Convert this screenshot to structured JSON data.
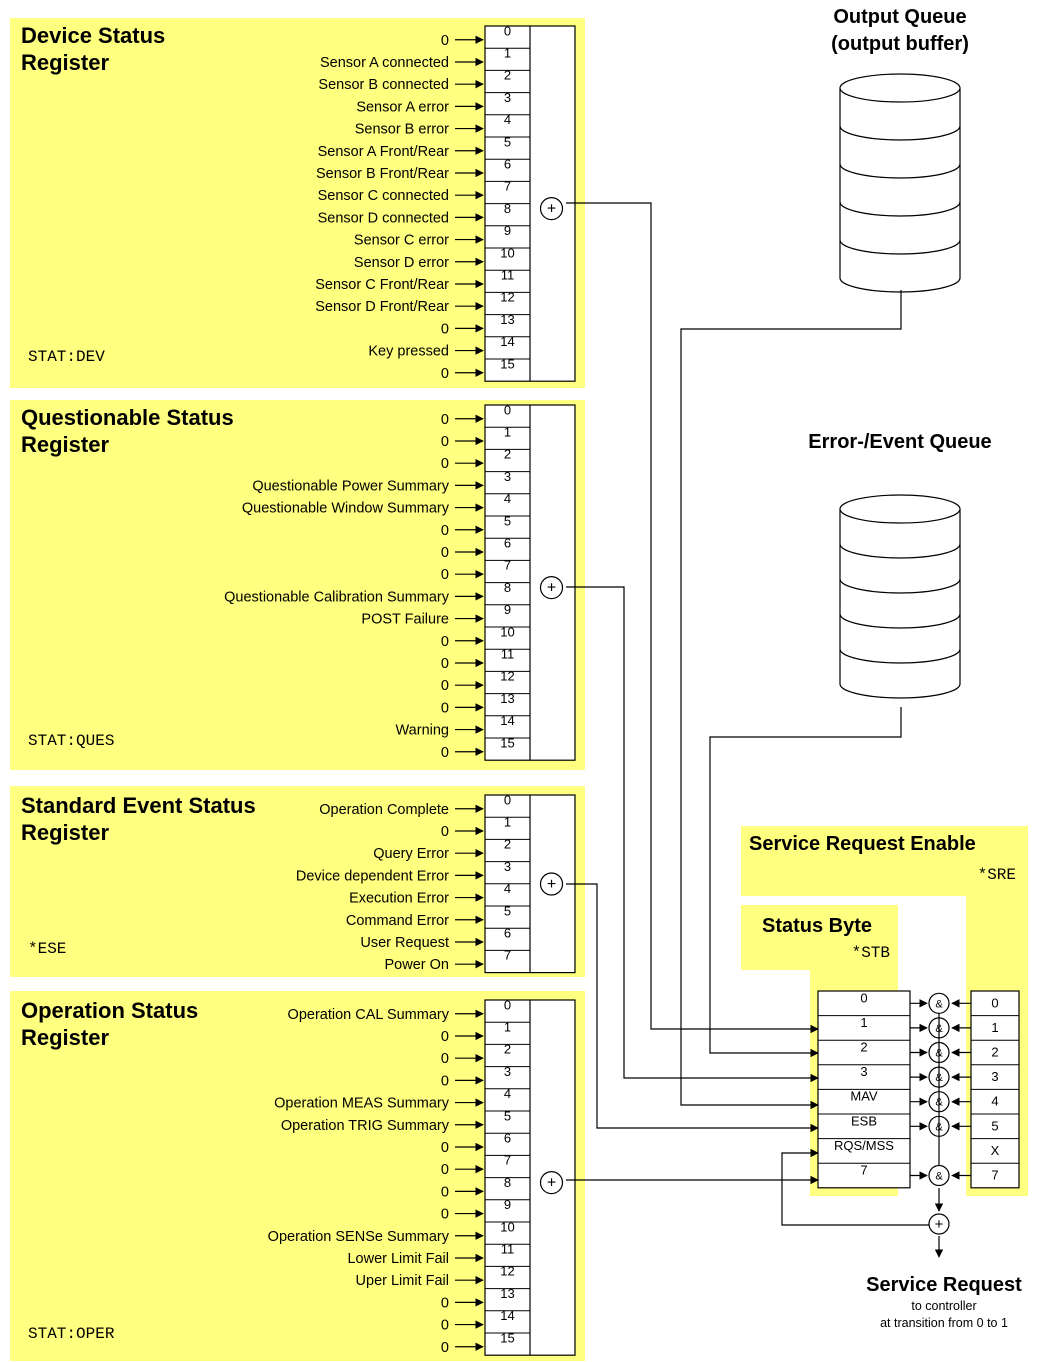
{
  "device_register": {
    "title_line1": "Device Status",
    "title_line2": "Register",
    "command": "STAT:DEV",
    "inputs": [
      "0",
      "Sensor A connected",
      "Sensor B connected",
      "Sensor A error",
      "Sensor B error",
      "Sensor A Front/Rear",
      "Sensor B Front/Rear",
      "Sensor C connected",
      "Sensor D connected",
      "Sensor C error",
      "Sensor D error",
      "Sensor C Front/Rear",
      "Sensor D Front/Rear",
      "0",
      "Key pressed",
      "0"
    ],
    "bits": [
      "0",
      "1",
      "2",
      "3",
      "4",
      "5",
      "6",
      "7",
      "8",
      "9",
      "10",
      "11",
      "12",
      "13",
      "14",
      "15"
    ]
  },
  "questionable_register": {
    "title_line1": "Questionable Status",
    "title_line2": "Register",
    "command": "STAT:QUES",
    "inputs": [
      "0",
      "0",
      "0",
      "Questionable Power Summary",
      "Questionable Window Summary",
      "0",
      "0",
      "0",
      "Questionable Calibration Summary",
      "POST Failure",
      "0",
      "0",
      "0",
      "0",
      "Warning",
      "0"
    ],
    "bits": [
      "0",
      "1",
      "2",
      "3",
      "4",
      "5",
      "6",
      "7",
      "8",
      "9",
      "10",
      "11",
      "12",
      "13",
      "14",
      "15"
    ]
  },
  "standard_event_register": {
    "title_line1": "Standard Event Status",
    "title_line2": "Register",
    "command": "*ESE",
    "inputs": [
      "Operation Complete",
      "0",
      "Query Error",
      "Device dependent Error",
      "Execution Error",
      "Command Error",
      "User Request",
      "Power On"
    ],
    "bits": [
      "0",
      "1",
      "2",
      "3",
      "4",
      "5",
      "6",
      "7"
    ]
  },
  "operation_register": {
    "title_line1": "Operation Status",
    "title_line2": "Register",
    "command": "STAT:OPER",
    "inputs": [
      "Operation CAL Summary",
      "0",
      "0",
      "0",
      "Operation MEAS Summary",
      "Operation TRIG Summary",
      "0",
      "0",
      "0",
      "0",
      "Operation SENSe Summary",
      "Lower Limit Fail",
      "Uper Limit Fail",
      "0",
      "0",
      "0"
    ],
    "bits": [
      "0",
      "1",
      "2",
      "3",
      "4",
      "5",
      "6",
      "7",
      "8",
      "9",
      "10",
      "11",
      "12",
      "13",
      "14",
      "15"
    ]
  },
  "output_queue": {
    "title_line1": "Output Queue",
    "title_line2": "(output buffer)"
  },
  "error_queue": {
    "title": "Error-/Event Queue"
  },
  "service_request_enable": {
    "title": "Service Request Enable",
    "command": "*SRE",
    "bits": [
      "0",
      "1",
      "2",
      "3",
      "4",
      "5",
      "X",
      "7"
    ]
  },
  "status_byte": {
    "title": "Status Byte",
    "command": "*STB",
    "bits": [
      "0",
      "1",
      "2",
      "3",
      "MAV",
      "ESB",
      "RQS/MSS",
      "7"
    ]
  },
  "and_symbol": "&",
  "or_symbol": "+",
  "service_request": {
    "title": "Service Request",
    "line1": "to controller",
    "line2": "at transition from 0 to 1"
  },
  "colors": {
    "panel": "#ffff80",
    "line": "#000000",
    "cell": "#ffffff"
  }
}
